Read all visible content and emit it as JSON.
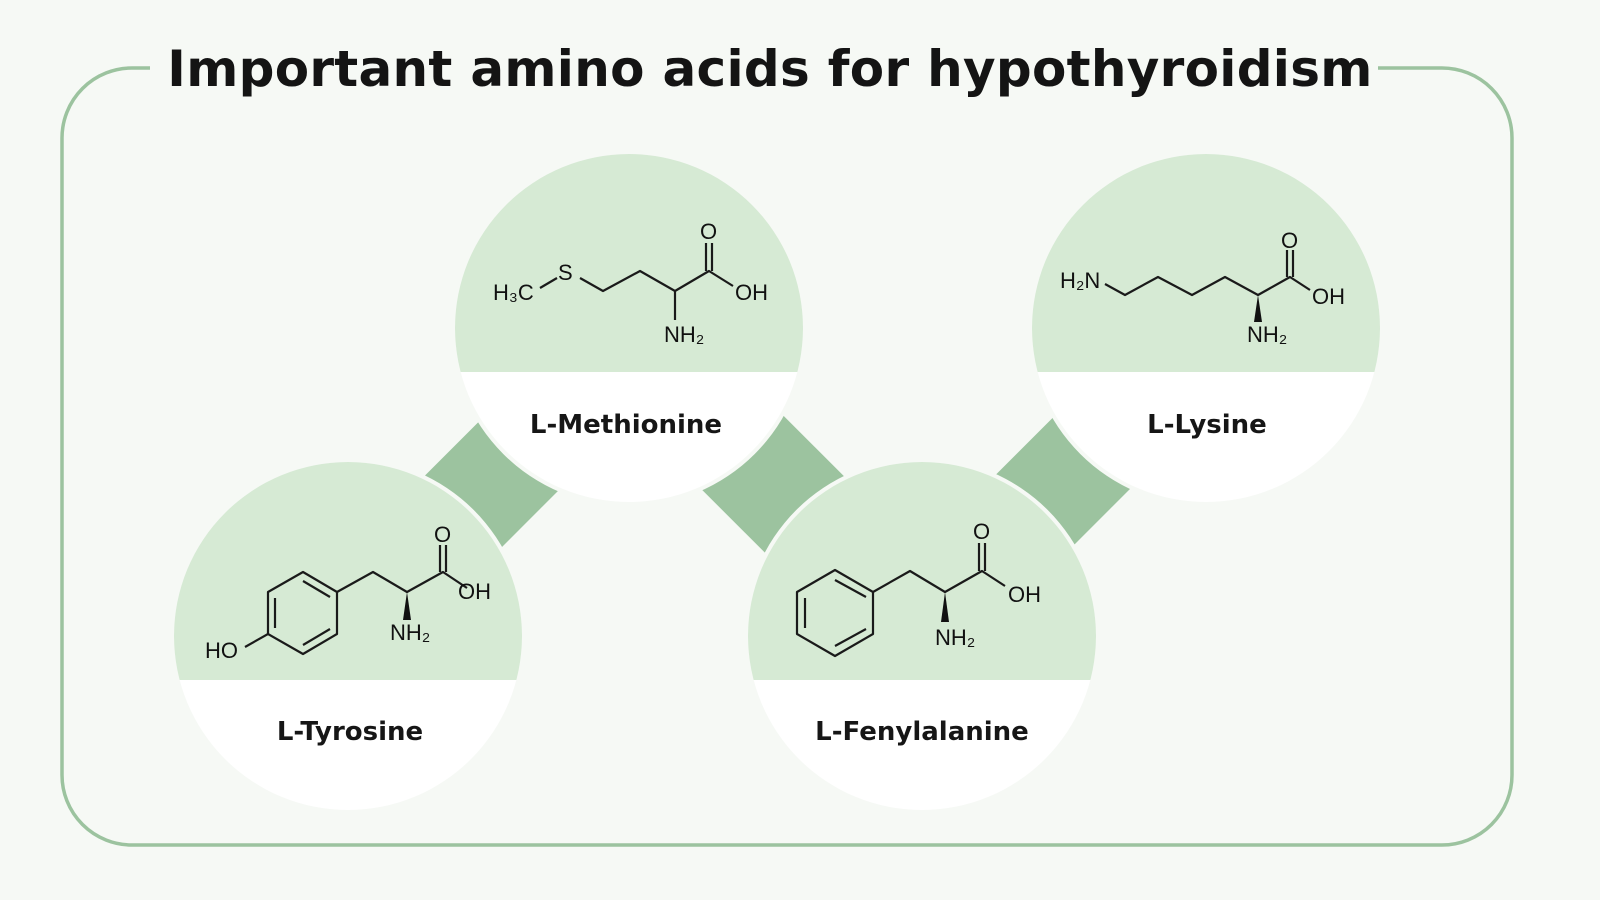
{
  "title": "Important amino acids for hypothyroidism",
  "colors": {
    "background": "#f6f9f5",
    "border": "#9cc39f",
    "circle_top": "#d6ead4",
    "circle_bottom": "#ffffff",
    "connector": "#9cc39f"
  },
  "amino_acids": [
    {
      "name": "L-Tyrosine",
      "atoms": {
        "ho": "HO",
        "o": "O",
        "oh": "OH",
        "nh2": "NH₂"
      }
    },
    {
      "name": "L-Methionine",
      "atoms": {
        "h3c": "H₃C",
        "s": "S",
        "o": "O",
        "oh": "OH",
        "nh2": "NH₂"
      }
    },
    {
      "name": "L-Fenylalanine",
      "atoms": {
        "o": "O",
        "oh": "OH",
        "nh2": "NH₂"
      }
    },
    {
      "name": "L-Lysine",
      "atoms": {
        "h2n": "H₂N",
        "o": "O",
        "oh": "OH",
        "nh2": "NH₂"
      }
    }
  ]
}
